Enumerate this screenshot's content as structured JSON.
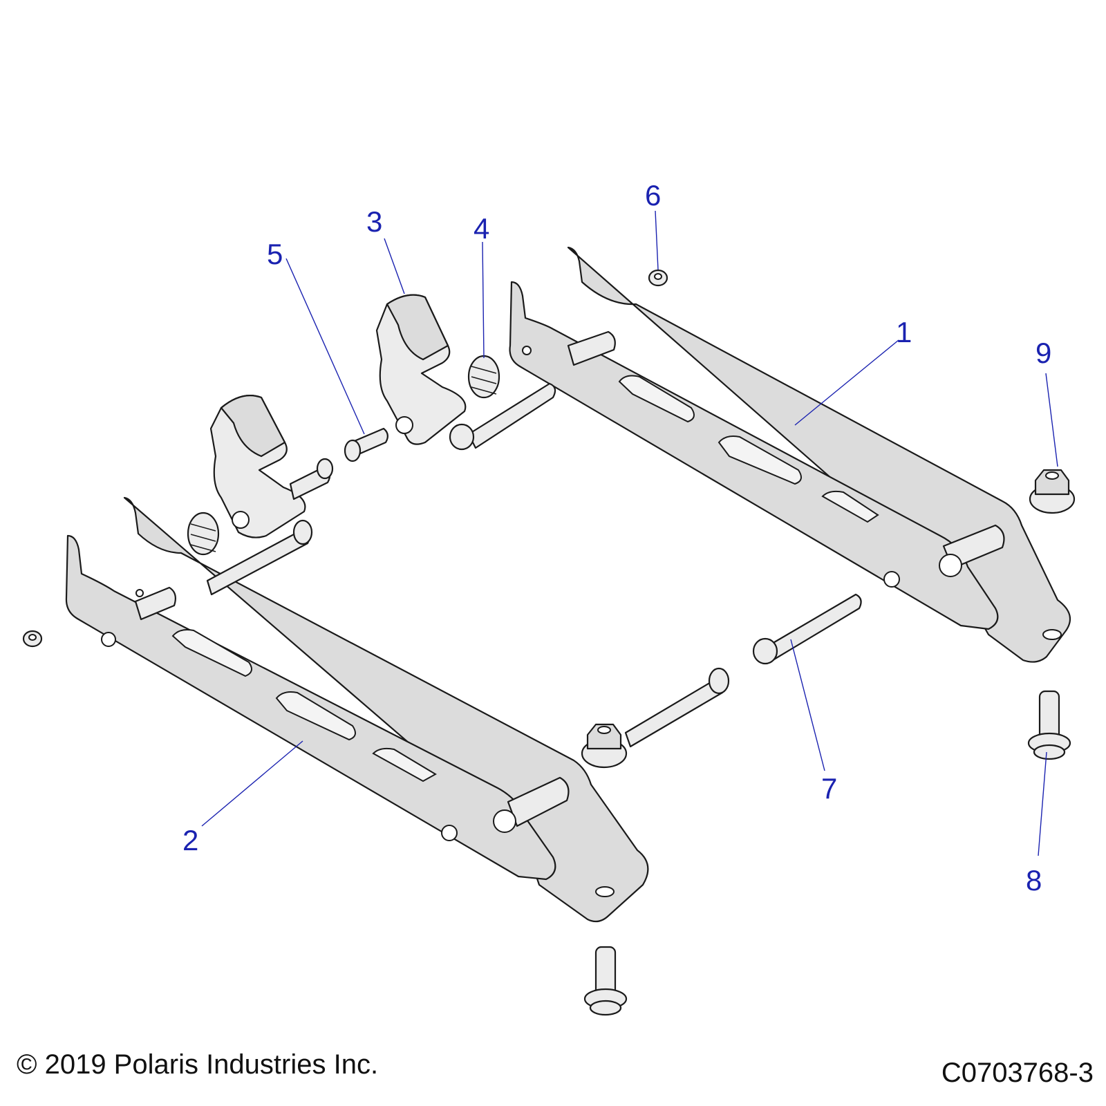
{
  "diagram": {
    "callouts": [
      {
        "label": "1"
      },
      {
        "label": "2"
      },
      {
        "label": "3"
      },
      {
        "label": "4"
      },
      {
        "label": "5"
      },
      {
        "label": "6"
      },
      {
        "label": "7"
      },
      {
        "label": "8"
      },
      {
        "label": "9"
      }
    ],
    "leader_color": "#1a22b0"
  },
  "footer": {
    "copyright": "© 2019 Polaris Industries Inc.",
    "drawing_id": "C0703768-3"
  }
}
